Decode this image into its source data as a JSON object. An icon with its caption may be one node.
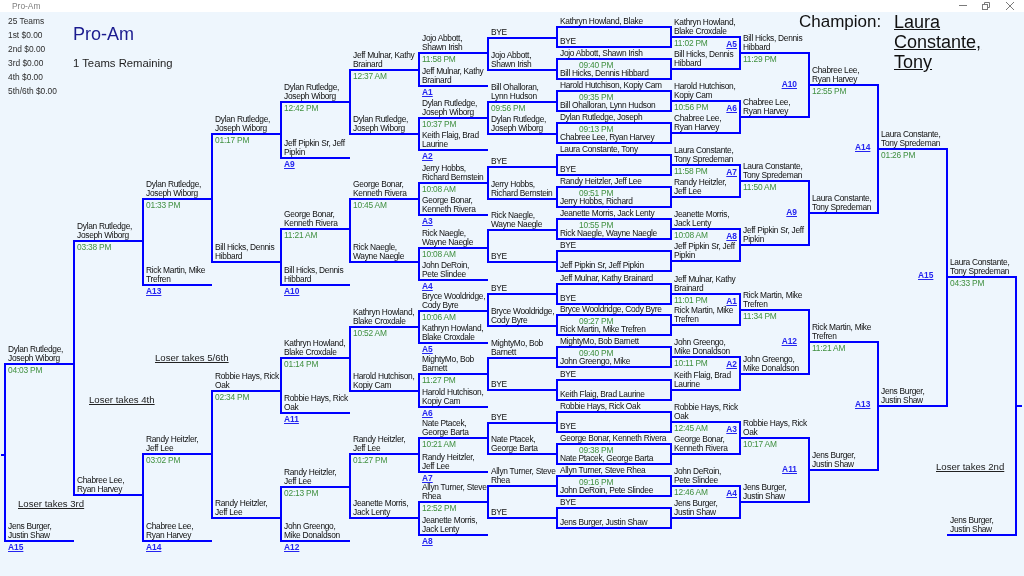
{
  "diagram": {
    "title": "Pro-Am",
    "nodes": [
      {
        "text": [],
        "shape": "bar"
      },
      {
        "text": [
          "Dylan Rutledge, Joseph Wiborg"
        ],
        "beside": [
          "04:03 PM"
        ]
      },
      {
        "text": [
          "Jens Burger, Justin Shaw"
        ],
        "beside": [
          "A15"
        ]
      },
      {
        "text": [
          "Dylan Rutledge, Joseph Wiborg"
        ],
        "beside": [
          "03:38 PM"
        ]
      },
      {
        "text": [
          "Chabree Lee, Ryan Harvey"
        ]
      },
      {
        "text": [
          "Dylan Rutledge, Joseph Wiborg"
        ],
        "beside": [
          "01:33 PM"
        ]
      },
      {
        "text": [
          "Rick Martin, Mike Trefren"
        ],
        "beside": [
          "A13"
        ]
      },
      {
        "text": [
          "Randy Heitzler, Jeff Lee"
        ],
        "beside": [
          "03:02 PM"
        ]
      },
      {
        "text": [
          "Chabree Lee, Ryan Harvey"
        ],
        "beside": [
          "A14"
        ]
      },
      {
        "text": [
          "Dylan Rutledge, Joseph Wiborg"
        ],
        "beside": [
          "01:17 PM"
        ]
      },
      {
        "text": [
          "Bill Hicks, Dennis Hibbard"
        ]
      },
      {
        "text": [
          "Robbie Hays, Rick Oak"
        ],
        "beside": [
          "02:34 PM"
        ]
      },
      {
        "text": [
          "Randy Heitzler, Jeff Lee"
        ]
      },
      {
        "text": [
          "Dylan Rutledge, Joseph Wiborg"
        ],
        "beside": [
          "12:42 PM"
        ]
      },
      {
        "text": [
          "Jeff Pipkin Sr, Jeff Pipkin"
        ],
        "beside": [
          "A9"
        ]
      },
      {
        "text": [
          "George Bonar, Kenneth Rivera"
        ],
        "beside": [
          "11:21 AM"
        ]
      },
      {
        "text": [
          "Bill Hicks, Dennis Hibbard"
        ],
        "beside": [
          "A10"
        ]
      },
      {
        "text": [
          "Kathryn Howland, Blake Croxdale"
        ],
        "beside": [
          "01:14 PM"
        ]
      },
      {
        "text": [
          "Robbie Hays, Rick Oak"
        ],
        "beside": [
          "A11"
        ]
      },
      {
        "text": [
          "Randy Heitzler, Jeff Lee"
        ],
        "beside": [
          "02:13 PM"
        ]
      },
      {
        "text": [
          "John Greengo, Mike Donaldson"
        ],
        "beside": [
          "A12"
        ]
      },
      {
        "text": [
          "Jeff Mulnar, Kathy Brainard"
        ],
        "beside": [
          "12:37 AM"
        ]
      },
      {
        "text": [
          "Dylan Rutledge, Joseph Wiborg"
        ]
      },
      {
        "text": [
          "George Bonar, Kenneth Rivera"
        ],
        "beside": [
          "10:45 AM"
        ]
      },
      {
        "text": [
          "Rick Naegle, Wayne Naegle"
        ]
      },
      {
        "text": [
          "Kathryn Howland, Blake Croxdale"
        ],
        "beside": [
          "10:52 AM"
        ]
      },
      {
        "text": [
          "Harold Hutchison, Kopiy Cam"
        ]
      },
      {
        "text": [
          "Randy Heitzler, Jeff Lee"
        ],
        "beside": [
          "01:27 PM"
        ]
      },
      {
        "text": [
          "Jeanette Morris, Jack Lenty"
        ]
      },
      {
        "text": [
          "Jojo Abbott, Shawn Irish"
        ],
        "beside": [
          "11:58 PM"
        ]
      },
      {
        "text": [
          "Jeff Mulnar, Kathy Brainard"
        ],
        "beside": [
          "A1"
        ]
      },
      {
        "text": [
          "Dylan Rutledge, Joseph Wiborg"
        ],
        "beside": [
          "10:37 PM"
        ]
      },
      {
        "text": [
          "Keith Flaig, Brad Laurine"
        ],
        "beside": [
          "A2"
        ]
      },
      {
        "text": [
          "Jerry Hobbs, Richard Bernstein"
        ],
        "beside": [
          "10:08 AM"
        ]
      },
      {
        "text": [
          "George Bonar, Kenneth Rivera"
        ],
        "beside": [
          "A3"
        ]
      },
      {
        "text": [
          "Rick Naegle, Wayne Naegle"
        ],
        "beside": [
          "10:08 AM"
        ]
      },
      {
        "text": [
          "John DeRoin, Pete Slindee"
        ],
        "beside": [
          "A4"
        ]
      },
      {
        "text": [
          "Bryce Wooldridge, Cody Byre"
        ],
        "beside": [
          "10:06 AM"
        ]
      },
      {
        "text": [
          "Kathryn Howland, Blake Croxdale"
        ],
        "beside": [
          "A5"
        ]
      },
      {
        "text": [
          "MightyMo, Bob Barnett"
        ],
        "beside": [
          "11:27 PM"
        ]
      },
      {
        "text": [
          "Harold Hutchison, Kopiy Cam"
        ],
        "beside": [
          "A6"
        ]
      },
      {
        "text": [
          "Nate Ptacek, George Barta"
        ],
        "beside": [
          "10:21 AM"
        ]
      },
      {
        "text": [
          "Randy Heitzler, Jeff Lee"
        ],
        "beside": [
          "A7"
        ]
      },
      {
        "text": [
          "Allyn Turner, Steve Rhea"
        ],
        "beside": [
          "12:52 PM"
        ]
      },
      {
        "text": [
          "Jeanette Morris, Jack Lenty"
        ],
        "beside": [
          "A8"
        ]
      },
      {
        "text": [
          "BYE"
        ]
      },
      {
        "text": [
          "Jojo Abbott, Shawn Irish"
        ]
      },
      {
        "text": [
          "Bill Ohalloran, Lynn Hudson"
        ],
        "beside": [
          "09:56 PM"
        ]
      },
      {
        "text": [
          "Dylan Rutledge, Joseph Wiborg"
        ]
      },
      {
        "text": [
          "BYE"
        ]
      },
      {
        "text": [
          "Jerry Hobbs, Richard Bernstein"
        ]
      },
      {
        "text": [
          "Rick Naegle, Wayne Naegle"
        ]
      },
      {
        "text": [
          "BYE"
        ]
      },
      {
        "text": [
          "BYE"
        ]
      },
      {
        "text": [
          "Bryce Wooldridge, Cody Byre"
        ]
      },
      {
        "text": [
          "MightyMo, Bob Barnett"
        ]
      },
      {
        "text": [
          "BYE"
        ]
      },
      {
        "text": [
          "BYE"
        ]
      },
      {
        "text": [
          "Nate Ptacek, George Barta"
        ]
      },
      {
        "text": [
          "Allyn Turner, Steve Rhea"
        ]
      },
      {
        "text": [
          "BYE"
        ]
      },
      {
        "text": [
          "Kathryn Howland, Blake"
        ]
      },
      {
        "text": [
          "BYE"
        ]
      },
      {
        "text": [
          "Jojo Abbott, Shawn Irish"
        ],
        "beside": [
          "09:40 PM"
        ]
      },
      {
        "text": [
          "Bill Hicks, Dennis Hibbard"
        ]
      },
      {
        "text": [
          "Harold Hutchison, Kopiy Cam"
        ],
        "beside": [
          "09:35 PM"
        ]
      },
      {
        "text": [
          "Bill Ohalloran, Lynn Hudson"
        ]
      },
      {
        "text": [
          "Dylan Rutledge, Joseph"
        ],
        "beside": [
          "09:13 PM"
        ]
      },
      {
        "text": [
          "Chabree Lee, Ryan Harvey"
        ]
      },
      {
        "text": [
          "Laura Constante, Tony"
        ]
      },
      {
        "text": [
          "BYE"
        ]
      },
      {
        "text": [
          "Randy Heitzler, Jeff Lee"
        ],
        "beside": [
          "09:51 PM"
        ]
      },
      {
        "text": [
          "Jerry Hobbs, Richard"
        ]
      },
      {
        "text": [
          "Jeanette Morris, Jack Lenty"
        ],
        "beside": [
          "10:55 PM"
        ]
      },
      {
        "text": [
          "Rick Naegle, Wayne Naegle"
        ]
      },
      {
        "text": [
          "BYE"
        ]
      },
      {
        "text": [
          "Jeff Pipkin Sr, Jeff Pipkin"
        ]
      },
      {
        "text": [
          "Jeff Mulnar, Kathy Brainard"
        ]
      },
      {
        "text": [
          "BYE"
        ]
      },
      {
        "text": [
          "Bryce Wooldridge, Cody Byre"
        ],
        "beside": [
          "09:27 PM"
        ]
      },
      {
        "text": [
          "Rick Martin, Mike Trefren"
        ]
      },
      {
        "text": [
          "MightyMo, Bob Barnett"
        ],
        "beside": [
          "09:40 PM"
        ]
      },
      {
        "text": [
          "John Greengo, Mike"
        ]
      },
      {
        "text": [
          "BYE"
        ]
      },
      {
        "text": [
          "Keith Flaig, Brad Laurine"
        ]
      },
      {
        "text": [
          "Robbie Hays, Rick Oak"
        ]
      },
      {
        "text": [
          "BYE"
        ]
      },
      {
        "text": [
          "George Bonar, Kenneth Rivera"
        ],
        "beside": [
          "09:38 PM"
        ]
      },
      {
        "text": [
          "Nate Ptacek, George Barta"
        ]
      },
      {
        "text": [
          "Allyn Turner, Steve Rhea"
        ],
        "beside": [
          "09:16 PM"
        ]
      },
      {
        "text": [
          "John DeRoin, Pete Slindee"
        ]
      },
      {
        "text": [
          "BYE"
        ]
      },
      {
        "text": [
          "Jens Burger, Justin Shaw"
        ]
      },
      {
        "text": [
          "Kathryn Howland, Blake Croxdale"
        ],
        "beside": [
          "11:02 PM"
        ]
      },
      {
        "text": [
          "Bill Hicks, Dennis Hibbard"
        ],
        "beside": [
          "A5"
        ]
      },
      {
        "text": [
          "Harold Hutchison, Kopiy Cam"
        ],
        "beside": [
          "10:56 PM"
        ]
      },
      {
        "text": [
          "Chabree Lee, Ryan Harvey"
        ],
        "beside": [
          "A6"
        ]
      },
      {
        "text": [
          "Laura Constante, Tony Spredeman"
        ],
        "beside": [
          "11:58 PM"
        ]
      },
      {
        "text": [
          "Randy Heitzler, Jeff Lee"
        ],
        "beside": [
          "A7"
        ]
      },
      {
        "text": [
          "Jeanette Morris, Jack Lenty"
        ],
        "beside": [
          "10:08 AM"
        ]
      },
      {
        "text": [
          "Jeff Pipkin Sr, Jeff Pipkin"
        ],
        "beside": [
          "A8"
        ]
      },
      {
        "text": [
          "Jeff Mulnar, Kathy Brainard"
        ],
        "beside": [
          "11:01 PM"
        ]
      },
      {
        "text": [
          "Rick Martin, Mike Trefren"
        ],
        "beside": [
          "A1"
        ]
      },
      {
        "text": [
          "John Greengo, Mike Donaldson"
        ],
        "beside": [
          "10:11 PM"
        ]
      },
      {
        "text": [
          "Keith Flaig, Brad Laurine"
        ],
        "beside": [
          "A2"
        ]
      },
      {
        "text": [
          "Robbie Hays, Rick Oak"
        ],
        "beside": [
          "12:45 AM"
        ]
      },
      {
        "text": [
          "George Bonar, Kenneth Rivera"
        ],
        "beside": [
          "A3"
        ]
      },
      {
        "text": [
          "John DeRoin, Pete Slindee"
        ],
        "beside": [
          "12:46 AM"
        ]
      },
      {
        "text": [
          "Jens Burger, Justin Shaw"
        ],
        "beside": [
          "A4"
        ]
      },
      {
        "text": [
          "Bill Hicks, Dennis Hibbard"
        ],
        "beside": [
          "11:29 PM"
        ]
      },
      {
        "text": [
          "Chabree Lee, Ryan Harvey"
        ],
        "beside": [
          "A10"
        ]
      },
      {
        "text": [
          "Laura Constante, Tony Spredeman"
        ],
        "beside": [
          "11:50 AM"
        ]
      },
      {
        "text": [
          "Jeff Pipkin Sr, Jeff Pipkin"
        ],
        "beside": [
          "A9"
        ]
      },
      {
        "text": [
          "Rick Martin, Mike Trefren"
        ],
        "beside": [
          "11:34 PM"
        ]
      },
      {
        "text": [
          "John Greengo, Mike Donaldson"
        ],
        "beside": [
          "A12"
        ]
      },
      {
        "text": [
          "Robbie Hays, Rick Oak"
        ],
        "beside": [
          "10:17 AM"
        ]
      },
      {
        "text": [
          "Jens Burger, Justin Shaw"
        ],
        "beside": [
          "A11"
        ]
      },
      {
        "text": [
          "Chabree Lee, Ryan Harvey"
        ],
        "beside": [
          "12:55 PM"
        ]
      },
      {
        "text": [
          "Laura Constante, Tony Spredeman"
        ]
      },
      {
        "text": [
          "Rick Martin, Mike Trefren"
        ],
        "beside": [
          "11:21 AM"
        ]
      },
      {
        "text": [
          "Jens Burger, Justin Shaw"
        ]
      },
      {
        "text": [
          "Laura Constante, Tony Spredeman"
        ],
        "beside": [
          "01:26 PM"
        ]
      },
      {
        "text": [
          "Jens Burger, Justin Shaw"
        ]
      },
      {
        "text": [
          "Laura Constante, Tony Spredeman"
        ],
        "beside": [
          "04:33 PM"
        ]
      },
      {
        "text": [
          "Jens Burger, Justin Shaw"
        ]
      },
      {
        "text": [],
        "shape": "bar"
      }
    ],
    "edges": [
      {
        "from": 1,
        "to": 0,
        "arrow": "none"
      },
      {
        "from": 2,
        "to": 0,
        "arrow": "none"
      },
      {
        "from": 3,
        "to": 1,
        "arrow": "none"
      },
      {
        "from": 4,
        "to": 1,
        "arrow": "none"
      },
      {
        "from": 5,
        "to": 3,
        "arrow": "none"
      },
      {
        "from": 6,
        "to": 3,
        "arrow": "none"
      },
      {
        "from": 7,
        "to": 4,
        "arrow": "none"
      },
      {
        "from": 8,
        "to": 4,
        "arrow": "none"
      },
      {
        "from": 9,
        "to": 5,
        "arrow": "none"
      },
      {
        "from": 10,
        "to": 5,
        "arrow": "none"
      },
      {
        "from": 11,
        "to": 7,
        "arrow": "none"
      },
      {
        "from": 12,
        "to": 7,
        "arrow": "none"
      },
      {
        "from": 13,
        "to": 9,
        "arrow": "none"
      },
      {
        "from": 14,
        "to": 9,
        "arrow": "none"
      },
      {
        "from": 15,
        "to": 10,
        "arrow": "none"
      },
      {
        "from": 16,
        "to": 10,
        "arrow": "none"
      },
      {
        "from": 17,
        "to": 11,
        "arrow": "none"
      },
      {
        "from": 18,
        "to": 11,
        "arrow": "none"
      },
      {
        "from": 19,
        "to": 12,
        "arrow": "none"
      },
      {
        "from": 20,
        "to": 12,
        "arrow": "none"
      },
      {
        "from": 21,
        "to": 13,
        "arrow": "none"
      },
      {
        "from": 22,
        "to": 13,
        "arrow": "none"
      },
      {
        "from": 23,
        "to": 15,
        "arrow": "none"
      },
      {
        "from": 24,
        "to": 15,
        "arrow": "none"
      },
      {
        "from": 25,
        "to": 17,
        "arrow": "none"
      },
      {
        "from": 26,
        "to": 17,
        "arrow": "none"
      },
      {
        "from": 27,
        "to": 19,
        "arrow": "none"
      },
      {
        "from": 28,
        "to": 19,
        "arrow": "none"
      },
      {
        "from": 29,
        "to": 21,
        "arrow": "none"
      },
      {
        "from": 30,
        "to": 21,
        "arrow": "none"
      },
      {
        "from": 31,
        "to": 22,
        "arrow": "none"
      },
      {
        "from": 32,
        "to": 22,
        "arrow": "none"
      },
      {
        "from": 33,
        "to": 23,
        "arrow": "none"
      },
      {
        "from": 34,
        "to": 23,
        "arrow": "none"
      },
      {
        "from": 35,
        "to": 24,
        "arrow": "none"
      },
      {
        "from": 36,
        "to": 24,
        "arrow": "none"
      },
      {
        "from": 37,
        "to": 25,
        "arrow": "none"
      },
      {
        "from": 38,
        "to": 25,
        "arrow": "none"
      },
      {
        "from": 39,
        "to": 26,
        "arrow": "none"
      },
      {
        "from": 40,
        "to": 26,
        "arrow": "none"
      },
      {
        "from": 41,
        "to": 27,
        "arrow": "none"
      },
      {
        "from": 42,
        "to": 27,
        "arrow": "none"
      },
      {
        "from": 43,
        "to": 28,
        "arrow": "none"
      },
      {
        "from": 44,
        "to": 28,
        "arrow": "none"
      },
      {
        "from": 45,
        "to": 29,
        "arrow": "none"
      },
      {
        "from": 46,
        "to": 29,
        "arrow": "none"
      },
      {
        "from": 47,
        "to": 31,
        "arrow": "none"
      },
      {
        "from": 48,
        "to": 31,
        "arrow": "none"
      },
      {
        "from": 49,
        "to": 33,
        "arrow": "none"
      },
      {
        "from": 50,
        "to": 33,
        "arrow": "none"
      },
      {
        "from": 51,
        "to": 35,
        "arrow": "none"
      },
      {
        "from": 52,
        "to": 35,
        "arrow": "none"
      },
      {
        "from": 53,
        "to": 37,
        "arrow": "none"
      },
      {
        "from": 54,
        "to": 37,
        "arrow": "none"
      },
      {
        "from": 55,
        "to": 39,
        "arrow": "none"
      },
      {
        "from": 56,
        "to": 39,
        "arrow": "none"
      },
      {
        "from": 57,
        "to": 41,
        "arrow": "none"
      },
      {
        "from": 58,
        "to": 41,
        "arrow": "none"
      },
      {
        "from": 59,
        "to": 43,
        "arrow": "none"
      },
      {
        "from": 60,
        "to": 43,
        "arrow": "none"
      },
      {
        "from": 61,
        "to": 62,
        "arrow": "none"
      },
      {
        "from": 61,
        "to": 93,
        "arrow": "none"
      },
      {
        "from": 62,
        "to": 93,
        "arrow": "none"
      },
      {
        "from": 63,
        "to": 64,
        "arrow": "none"
      },
      {
        "from": 63,
        "to": 94,
        "arrow": "none"
      },
      {
        "from": 64,
        "to": 94,
        "arrow": "none"
      },
      {
        "from": 65,
        "to": 66,
        "arrow": "none"
      },
      {
        "from": 65,
        "to": 95,
        "arrow": "none"
      },
      {
        "from": 66,
        "to": 95,
        "arrow": "none"
      },
      {
        "from": 67,
        "to": 68,
        "arrow": "none"
      },
      {
        "from": 67,
        "to": 96,
        "arrow": "none"
      },
      {
        "from": 68,
        "to": 96,
        "arrow": "none"
      },
      {
        "from": 69,
        "to": 70,
        "arrow": "none"
      },
      {
        "from": 69,
        "to": 97,
        "arrow": "none"
      },
      {
        "from": 70,
        "to": 97,
        "arrow": "none"
      },
      {
        "from": 71,
        "to": 72,
        "arrow": "none"
      },
      {
        "from": 71,
        "to": 98,
        "arrow": "none"
      },
      {
        "from": 72,
        "to": 98,
        "arrow": "none"
      },
      {
        "from": 73,
        "to": 74,
        "arrow": "none"
      },
      {
        "from": 73,
        "to": 99,
        "arrow": "none"
      },
      {
        "from": 74,
        "to": 99,
        "arrow": "none"
      },
      {
        "from": 75,
        "to": 76,
        "arrow": "none"
      },
      {
        "from": 75,
        "to": 100,
        "arrow": "none"
      },
      {
        "from": 76,
        "to": 100,
        "arrow": "none"
      },
      {
        "from": 77,
        "to": 78,
        "arrow": "none"
      },
      {
        "from": 77,
        "to": 101,
        "arrow": "none"
      },
      {
        "from": 78,
        "to": 101,
        "arrow": "none"
      },
      {
        "from": 79,
        "to": 80,
        "arrow": "none"
      },
      {
        "from": 79,
        "to": 102,
        "arrow": "none"
      },
      {
        "from": 80,
        "to": 102,
        "arrow": "none"
      },
      {
        "from": 81,
        "to": 82,
        "arrow": "none"
      },
      {
        "from": 81,
        "to": 103,
        "arrow": "none"
      },
      {
        "from": 82,
        "to": 103,
        "arrow": "none"
      },
      {
        "from": 83,
        "to": 84,
        "arrow": "none"
      },
      {
        "from": 83,
        "to": 104,
        "arrow": "none"
      },
      {
        "from": 84,
        "to": 104,
        "arrow": "none"
      },
      {
        "from": 85,
        "to": 86,
        "arrow": "none"
      },
      {
        "from": 85,
        "to": 105,
        "arrow": "none"
      },
      {
        "from": 86,
        "to": 105,
        "arrow": "none"
      },
      {
        "from": 87,
        "to": 88,
        "arrow": "none"
      },
      {
        "from": 87,
        "to": 106,
        "arrow": "none"
      },
      {
        "from": 88,
        "to": 106,
        "arrow": "none"
      },
      {
        "from": 89,
        "to": 90,
        "arrow": "none"
      },
      {
        "from": 89,
        "to": 107,
        "arrow": "none"
      },
      {
        "from": 90,
        "to": 107,
        "arrow": "none"
      },
      {
        "from": 91,
        "to": 92,
        "arrow": "none"
      },
      {
        "from": 91,
        "to": 108,
        "arrow": "none"
      },
      {
        "from": 92,
        "to": 108,
        "arrow": "none"
      },
      {
        "from": 93,
        "to": 109,
        "arrow": "none"
      },
      {
        "from": 94,
        "to": 109,
        "arrow": "none"
      },
      {
        "from": 95,
        "to": 110,
        "arrow": "none"
      },
      {
        "from": 96,
        "to": 110,
        "arrow": "none"
      },
      {
        "from": 97,
        "to": 111,
        "arrow": "none"
      },
      {
        "from": 98,
        "to": 111,
        "arrow": "none"
      },
      {
        "from": 99,
        "to": 112,
        "arrow": "none"
      },
      {
        "from": 100,
        "to": 112,
        "arrow": "none"
      },
      {
        "from": 101,
        "to": 113,
        "arrow": "none"
      },
      {
        "from": 102,
        "to": 113,
        "arrow": "none"
      },
      {
        "from": 103,
        "to": 114,
        "arrow": "none"
      },
      {
        "from": 104,
        "to": 114,
        "arrow": "none"
      },
      {
        "from": 105,
        "to": 115,
        "arrow": "none"
      },
      {
        "from": 106,
        "to": 115,
        "arrow": "none"
      },
      {
        "from": 107,
        "to": 116,
        "arrow": "none"
      },
      {
        "from": 108,
        "to": 116,
        "arrow": "none"
      },
      {
        "from": 109,
        "to": 117,
        "arrow": "none"
      },
      {
        "from": 110,
        "to": 117,
        "arrow": "none"
      },
      {
        "from": 111,
        "to": 118,
        "arrow": "none"
      },
      {
        "from": 112,
        "to": 118,
        "arrow": "none"
      },
      {
        "from": 113,
        "to": 119,
        "arrow": "none"
      },
      {
        "from": 114,
        "to": 119,
        "arrow": "none"
      },
      {
        "from": 115,
        "to": 120,
        "arrow": "none"
      },
      {
        "from": 116,
        "to": 120,
        "arrow": "none"
      },
      {
        "from": 117,
        "to": 121,
        "arrow": "none"
      },
      {
        "from": 118,
        "to": 121,
        "arrow": "none"
      },
      {
        "from": 119,
        "to": 122,
        "arrow": "none"
      },
      {
        "from": 120,
        "to": 122,
        "arrow": "none"
      },
      {
        "from": 121,
        "to": 123,
        "arrow": "none"
      },
      {
        "from": 122,
        "to": 123,
        "arrow": "none"
      },
      {
        "from": 123,
        "to": 125,
        "arrow": "none"
      },
      {
        "from": 124,
        "to": 125,
        "arrow": "none"
      }
    ],
    "labels": [
      "Pro-Am",
      "25 Teams",
      "1st $0.00",
      "2nd $0.00",
      "3rd $0.00",
      "4th $0.00",
      "5th/6th $0.00",
      "1 Teams Remaining",
      "Champion:",
      "Laura Constante, Tony",
      "A14",
      "A15",
      "Loser takes 5/6th",
      "Loser takes 4th",
      "A13",
      "Loser takes 2nd",
      "Loser takes 3rd"
    ]
  }
}
